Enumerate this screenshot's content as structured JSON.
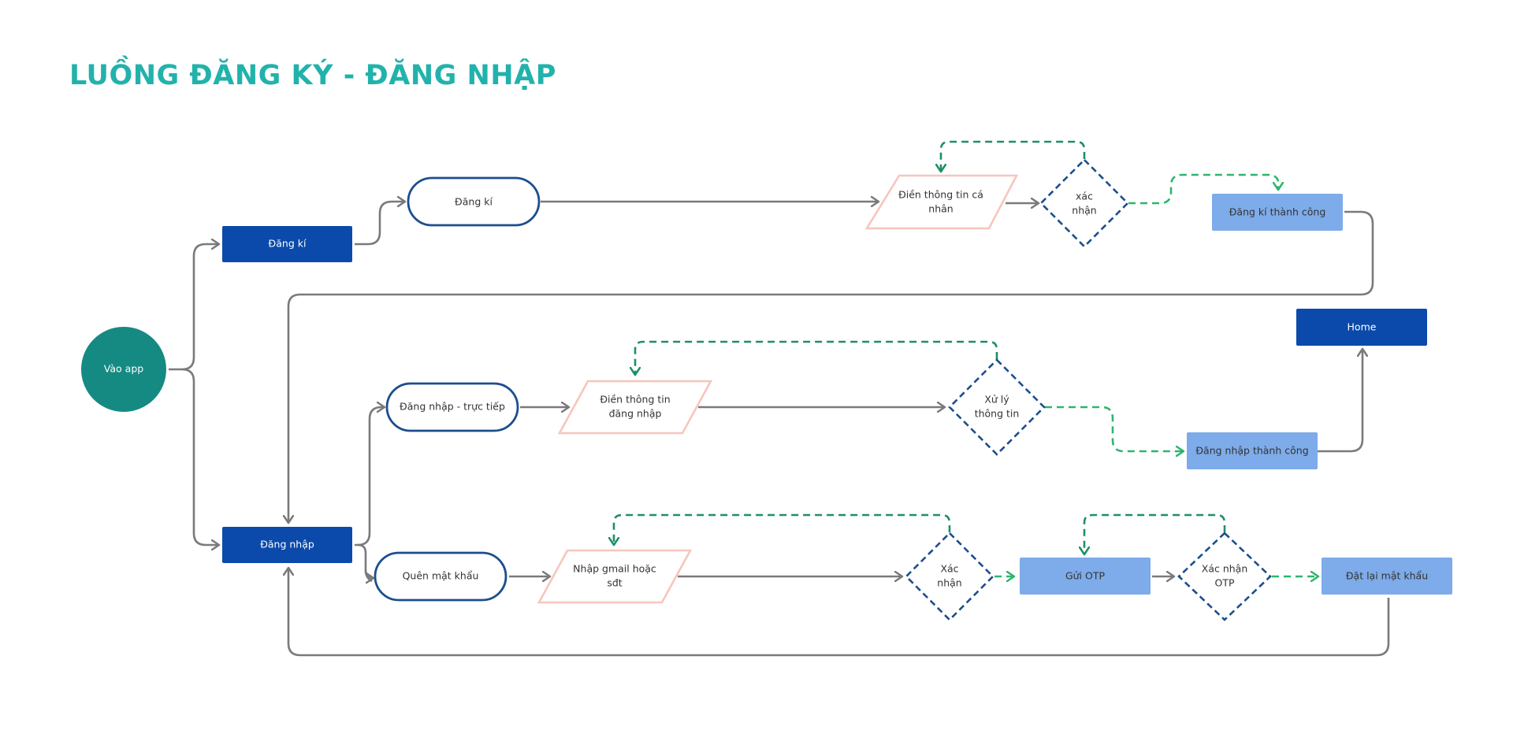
{
  "title": "LUỒNG ĐĂNG KÝ - ĐĂNG NHẬP",
  "colors": {
    "title": "#22B2AC",
    "start": "#158A82",
    "primary": "#0B4AAA",
    "light": "#7EABE9",
    "decision_border": "#1C4E8E",
    "io_border": "#F6C6BC",
    "arrow": "#7A7A7A",
    "loop_arrow": "#1F8E68",
    "success_arrow": "#2EB56E"
  },
  "nodes": {
    "vao_app": {
      "lines": [
        "Vào app"
      ]
    },
    "dang_ki_btn": {
      "lines": [
        "Đăng kí"
      ]
    },
    "dang_nhap_btn": {
      "lines": [
        "Đăng nhập"
      ]
    },
    "dang_ki_screen": {
      "lines": [
        "Đăng kí"
      ]
    },
    "dien_thong_tin_ca_nhan": {
      "lines": [
        "Điền thông tin cá",
        "nhân"
      ]
    },
    "xac_nhan_1": {
      "lines": [
        "xác",
        "nhận"
      ]
    },
    "dang_ki_thanh_cong": {
      "lines": [
        "Đăng kí thành công"
      ]
    },
    "home": {
      "lines": [
        "Home"
      ]
    },
    "dang_nhap_truc_tiep": {
      "lines": [
        "Đăng nhập - trực tiếp"
      ]
    },
    "dien_thong_tin_dang_nhap": {
      "lines": [
        "Điền thông tin",
        "đăng nhập"
      ]
    },
    "xu_ly_thong_tin": {
      "lines": [
        "Xử lý",
        "thông tin"
      ]
    },
    "dang_nhap_thanh_cong": {
      "lines": [
        "Đăng nhập thành công"
      ]
    },
    "quen_mat_khau": {
      "lines": [
        "Quên mật khẩu"
      ]
    },
    "nhap_gmail": {
      "lines": [
        "Nhập gmail hoặc",
        "sđt"
      ]
    },
    "xac_nhan_2": {
      "lines": [
        "Xác",
        "nhận"
      ]
    },
    "gui_otp": {
      "lines": [
        "Gửi OTP"
      ]
    },
    "xac_nhan_otp": {
      "lines": [
        "Xác nhận",
        "OTP"
      ]
    },
    "dat_lai_mat_khau": {
      "lines": [
        "Đặt lại mật khẩu"
      ]
    }
  }
}
